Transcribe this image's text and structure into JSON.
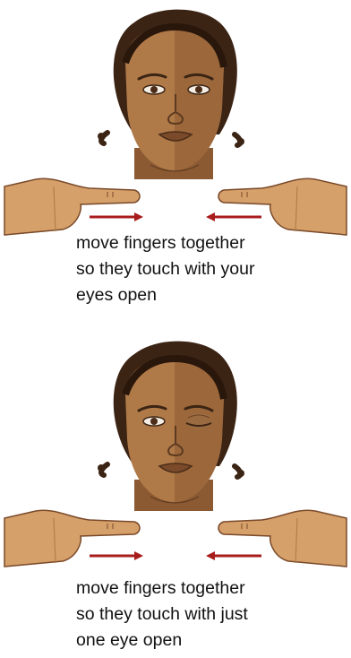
{
  "colors": {
    "skin": "#b07a48",
    "skin_dark": "#8c5a32",
    "hair": "#3b2414",
    "hand": "#d6a06a",
    "arrow": "#a81c1c"
  },
  "panels": [
    {
      "figure": {
        "eyes": "both-open",
        "arrows": [
          "arrow-right-icon",
          "arrow-left-icon"
        ]
      },
      "caption": [
        "move fingers together",
        "so they touch with your",
        "eyes open"
      ]
    },
    {
      "figure": {
        "eyes": "one-closed",
        "arrows": [
          "arrow-right-icon",
          "arrow-left-icon"
        ]
      },
      "caption": [
        "move fingers together",
        "so they touch with just",
        "one eye open"
      ]
    }
  ]
}
